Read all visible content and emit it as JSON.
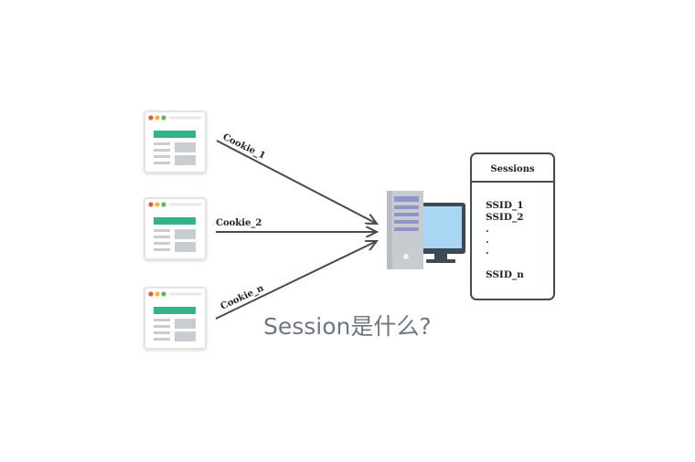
{
  "diagram": {
    "clients": [
      {
        "cookie_label": "Cookie_1"
      },
      {
        "cookie_label": "Cookie_2"
      },
      {
        "cookie_label": "Cookie_n"
      }
    ],
    "sessions_box": {
      "title": "Sessions",
      "items": [
        "SSID_1",
        "SSID_2",
        ".",
        ".",
        ".",
        "SSID_n"
      ]
    },
    "caption": "Session是什么?",
    "colors": {
      "arrow": "#4a4a4a",
      "window_header_dots": [
        "#e4574f",
        "#f2b63c",
        "#5cb85c"
      ],
      "window_accent": "#34b38a",
      "window_lines": "#c9cdd1",
      "server_body": "#c8ccd0",
      "server_slots": "#8e97c9",
      "monitor_screen": "#a9d7f3",
      "monitor_frame": "#3b4a55",
      "box_border": "#3f4c57"
    }
  }
}
